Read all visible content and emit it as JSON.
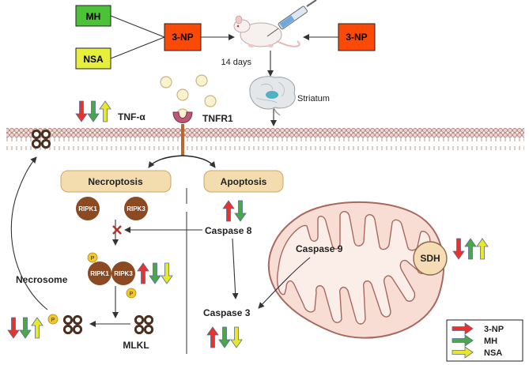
{
  "inputs": {
    "mh": "MH",
    "nsa": "NSA",
    "np_left": "3-NP",
    "np_right": "3-NP"
  },
  "days": "14 days",
  "striatum": "Striatum",
  "tnf": "TNF-α",
  "tnfr1": "TNFR1",
  "pathways": {
    "necroptosis": "Necroptosis",
    "apoptosis": "Apoptosis"
  },
  "proteins": {
    "ripk1": "RIPK1",
    "ripk3": "RIPK3",
    "p": "P",
    "mlkl": "MLKL",
    "necrosome": "Necrosome"
  },
  "caspases": {
    "c8": "Caspase 8",
    "c9": "Caspase 9",
    "c3": "Caspase 3"
  },
  "sdh": "SDH",
  "legend": [
    {
      "label": "3-NP",
      "color": "#e8322a"
    },
    {
      "label": "MH",
      "color": "#4aa84a"
    },
    {
      "label": "NSA",
      "color": "#e8e82a"
    }
  ],
  "colors": {
    "mh_box": "#4cc236",
    "nsa_box": "#e6f03c",
    "np_box": "#fb4a07",
    "pathway_box": "#f3dcae",
    "protein": "#8b4a22",
    "mito": "#f7ddd3",
    "sdh": "#f5dcb4"
  },
  "effects": {
    "tnf": [
      "down",
      "down",
      "up"
    ],
    "necrosome": [
      "up",
      "down",
      "down"
    ],
    "mlkl": [
      "down",
      "down",
      "up"
    ],
    "caspase8": [
      "up",
      "down"
    ],
    "caspase3": [
      "up",
      "down",
      "down"
    ],
    "sdh": [
      "down",
      "up",
      "up"
    ]
  }
}
